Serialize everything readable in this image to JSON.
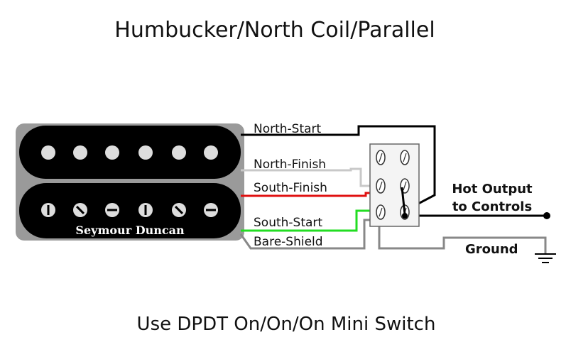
{
  "title": "Humbucker/North Coil/Parallel",
  "footer": "Use DPDT On/On/On Mini Switch",
  "pickup": {
    "brand": "Seymour Duncan"
  },
  "wires": {
    "north_start": {
      "label": "North-Start",
      "color": "#000000"
    },
    "north_finish": {
      "label": "North-Finish",
      "color": "#c8c8c8"
    },
    "south_finish": {
      "label": "South-Finish",
      "color": "#e01010"
    },
    "south_start": {
      "label": "South-Start",
      "color": "#22dd22"
    },
    "bare_shield": {
      "label": "Bare-Shield",
      "color": "#888888"
    }
  },
  "outputs": {
    "hot_line1": "Hot Output",
    "hot_line2": "to Controls",
    "ground": "Ground"
  },
  "colors": {
    "pickup_body": "#000000",
    "pickup_frame": "#9a9a9a",
    "pole": "#dddddd",
    "switch_body": "#f4f4f4"
  },
  "icons": [
    "ground-symbol-icon",
    "junction-dot-icon",
    "switch-lug-icon",
    "pole-piece-icon"
  ]
}
